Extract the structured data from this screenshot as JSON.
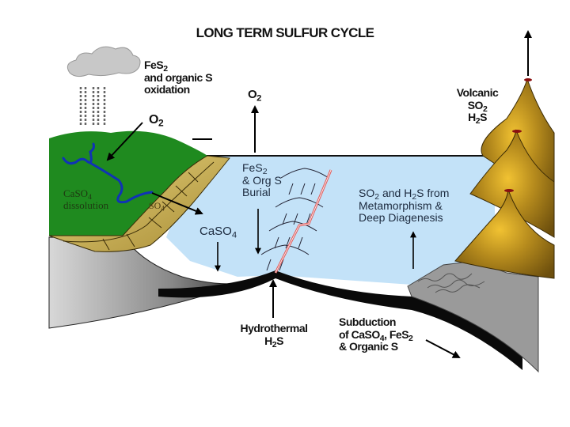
{
  "title": "LONG TERM SULFUR CYCLE",
  "labels": {
    "oxidation": {
      "line1_main": "FeS",
      "line1_sub": "2",
      "line2": "and organic S",
      "line3": "oxidation"
    },
    "o2_land": {
      "main": "O",
      "sub": "2"
    },
    "o2_ocean": {
      "main": "O",
      "sub": "2"
    },
    "caso4_dissolution": {
      "line1_main": "CaSO",
      "line1_sub": "4",
      "line2": "dissolution"
    },
    "so4_runoff": {
      "main": "SO",
      "sub": "4"
    },
    "caso4_ocean": {
      "main": "CaSO",
      "sub": "4"
    },
    "burial": {
      "line1_main": "FeS",
      "line1_sub": "2",
      "line2": "& Org S",
      "line3": "Burial"
    },
    "metamorphism": {
      "line1_a": "SO",
      "line1_a_sub": "2",
      "line1_b": " and H",
      "line1_b_sub": "2",
      "line1_c": "S from",
      "line2": "Metamorphism &",
      "line3": "Deep Diagenesis"
    },
    "volcanic": {
      "line1": "Volcanic",
      "line2_main": "SO",
      "line2_sub": "2",
      "line3_a": "H",
      "line3_sub": "2",
      "line3_b": "S"
    },
    "hydrothermal": {
      "line1": "Hydrothermal",
      "line2_a": "H",
      "line2_sub": "2",
      "line2_b": "S"
    },
    "subduction": {
      "line1": "Subduction",
      "line2_a": "of CaSO",
      "line2_sub1": "4",
      "line2_b": ", FeS",
      "line2_sub2": "2",
      "line3": "& Organic S"
    }
  },
  "colors": {
    "land_green": "#1f8a1f",
    "river_blue": "#1033b5",
    "sediment_tan": "#c9b055",
    "ocean_blue": "#c3e2f8",
    "volcano_gold": "#a57c16",
    "crust_gray": "#9a9a9a",
    "ridge_red": "#e06060"
  }
}
